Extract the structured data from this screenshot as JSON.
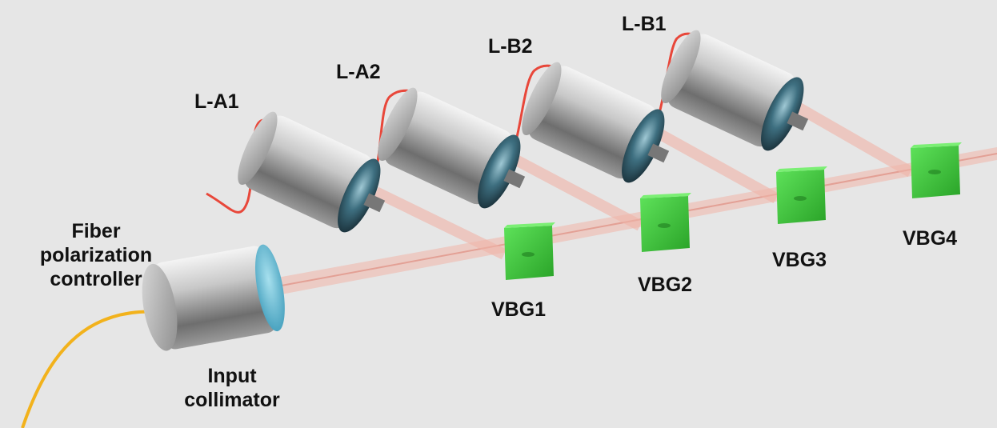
{
  "labels": {
    "lasers": [
      "L-A1",
      "L-A2",
      "L-B2",
      "L-B1"
    ],
    "gratings": [
      "VBG1",
      "VBG2",
      "VBG3",
      "VBG4"
    ],
    "polarization_controller": [
      "Fiber",
      "polarization",
      "controller"
    ],
    "collimator": [
      "Input",
      "collimator"
    ]
  },
  "colors": {
    "background": "#e6e6e6",
    "beam": "#f0b4a8",
    "red_fiber": "#e8473a",
    "yellow_fiber": "#f2b21c",
    "grating_green": "#3ec43a",
    "cylinder_metal": "#9a9a9a",
    "lens_blue": "#3a6f86"
  }
}
